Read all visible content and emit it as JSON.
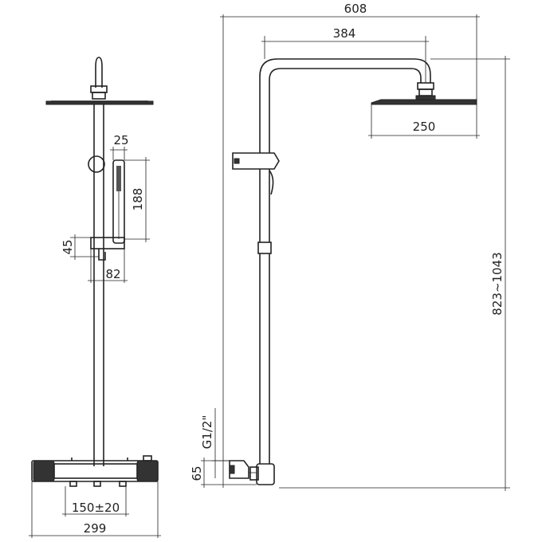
{
  "drawing": {
    "dimensions": {
      "overall_width": "608",
      "arm_reach": "384",
      "head_diameter": "250",
      "adjustable_height": "823~1043",
      "handshower_width": "25",
      "handshower_length": "188",
      "holder_height": "45",
      "holder_depth": "82",
      "inlet_thread": "G1/2\"",
      "inlet_offset": "65",
      "inlet_spacing": "150±20",
      "mixer_width": "299"
    },
    "colors": {
      "line": "#222222",
      "fill_dark": "#333333",
      "background": "#ffffff"
    }
  }
}
